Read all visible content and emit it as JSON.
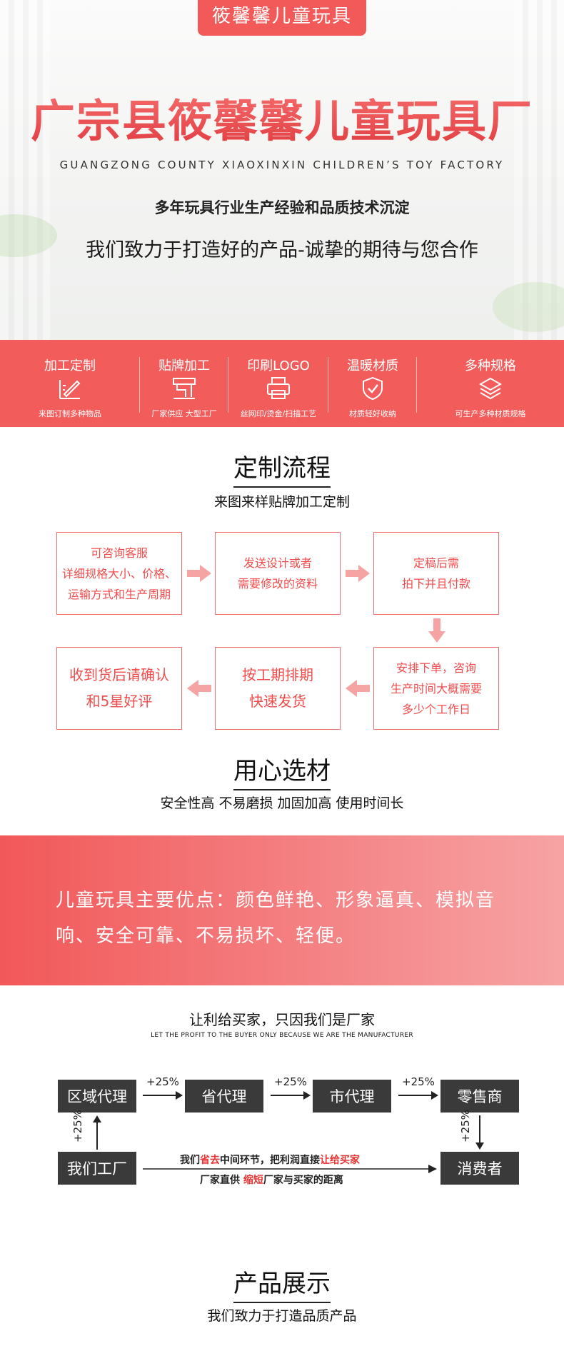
{
  "hero": {
    "tag": "筱馨馨儿童玩具",
    "title": "广宗县筱馨馨儿童玩具厂",
    "title_en": "GUANGZONG COUNTY XIAOXINXIN CHILDREN’S TOY FACTORY",
    "line1": "多年玩具行业生产经验和品质技术沉淀",
    "line2": "我们致力于打造好的产品-诚挚的期待与您合作"
  },
  "features": [
    {
      "title": "加工定制",
      "sub": "来图订制多种物品",
      "icon": "pencil-ruler-icon"
    },
    {
      "title": "贴牌加工",
      "sub": "厂家供应 大型工厂",
      "icon": "sewing-machine-icon"
    },
    {
      "title": "印刷LOGO",
      "sub": "丝网印/烫金/扫描工艺",
      "icon": "printer-icon"
    },
    {
      "title": "温暖材质",
      "sub": "材质轻好收纳",
      "icon": "shield-check-icon"
    },
    {
      "title": "多种规格",
      "sub": "可生产多种材质规格",
      "icon": "layers-icon"
    }
  ],
  "process": {
    "title": "定制流程",
    "subtitle": "来图来样贴牌加工定制",
    "steps": [
      "可咨询客服\n详细规格大小、价格、\n运输方式和生产周期",
      "发送设计或者\n需要修改的资料",
      "定稿后需\n拍下并且付款",
      "安排下单，咨询\n生产时间大概需要\n多少个工作日",
      "按工期排期\n快速发货",
      "收到货后请确认\n和5星好评"
    ],
    "accent": "#f04c4c",
    "arrow_color": "#f6a3a3"
  },
  "material": {
    "title": "用心选材",
    "subtitle": "安全性高 不易磨损 加固加高 使用时间长"
  },
  "promo": {
    "text": "儿童玩具主要优点：颜色鲜艳、形象逼真、模拟音响、安全可靠、不易损坏、轻便。"
  },
  "channel": {
    "title": "让利给买家，只因我们是厂家",
    "title_en": "LET THE PROFIT TO THE BUYER ONLY BECAUSE WE ARE THE MANUFACTURER",
    "nodes": [
      "区域代理",
      "省代理",
      "市代理",
      "零售商",
      "我们工厂",
      "消费者"
    ],
    "markup": "+25%",
    "note1_a": "我们",
    "note1_b": "省去",
    "note1_c": "中间环节，把利润直接",
    "note1_d": "让给买家",
    "note2_a": "厂家直供 ",
    "note2_b": "缩短",
    "note2_c": "厂家与买家的距离"
  },
  "showcase": {
    "title": "产品展示",
    "subtitle": "我们致力于打造品质产品"
  },
  "colors": {
    "brand_red": "#f25d5c",
    "dark_box": "#3a3a3a"
  }
}
